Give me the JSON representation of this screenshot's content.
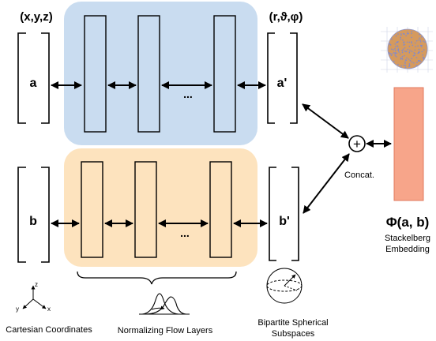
{
  "inputs": {
    "cartesian_header": "(x,y,z)",
    "spherical_header": "(r,ϑ,φ)",
    "a_label": "a",
    "b_label": "b",
    "a_prime_label": "a'",
    "b_prime_label": "b'"
  },
  "flow": {
    "ellipsis_top": "...",
    "ellipsis_bottom": "..."
  },
  "concat": {
    "symbol": "+",
    "label": "Concat."
  },
  "output": {
    "phi_label": "Φ(a, b)",
    "line1": "Stackelberg",
    "line2": "Embedding"
  },
  "captions": {
    "cartesian": "Cartesian Coordinates",
    "flow_layers": "Normalizing Flow Layers",
    "spherical_line1": "Bipartite Spherical",
    "spherical_line2": "Subspaces"
  },
  "axes_icon": {
    "z": "z",
    "y": "y",
    "x": "x"
  },
  "colors": {
    "top_panel": "#c9dcf0",
    "bottom_panel": "#fde3be",
    "embedding_bar": "#f7a58a",
    "embedding_border": "#e07a5f",
    "sphere_dots": "#c8884c",
    "sphere_grid": "#9aa4d6"
  }
}
